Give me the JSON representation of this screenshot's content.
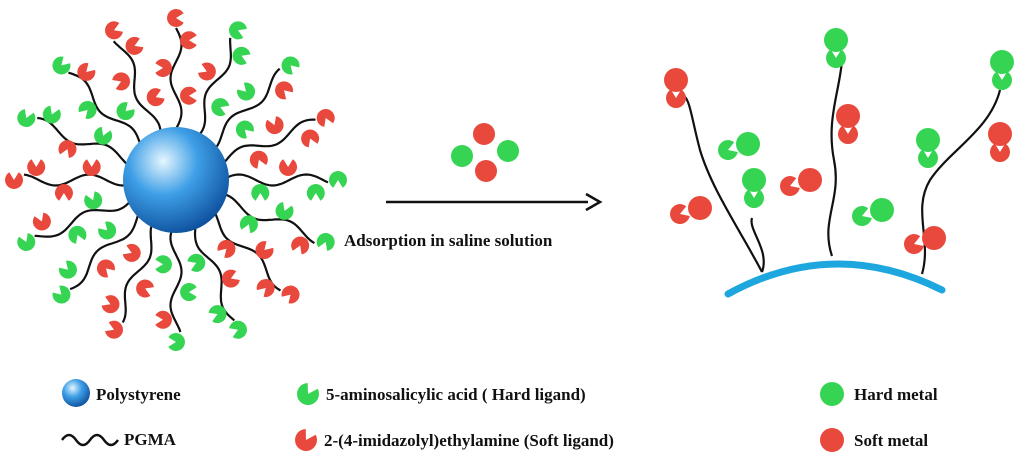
{
  "diagram": {
    "process_label": "Adsorption in saline solution",
    "colors": {
      "hard": "#35d553",
      "soft": "#e8493c",
      "chain": "#111111",
      "surface": "#1ea6de",
      "sphere_light": "#e6f6ff",
      "sphere_mid": "#3e9fe6",
      "sphere_dark": "#0d4f9c"
    }
  },
  "legend": {
    "polystyrene": "Polystyrene",
    "pgma": "PGMA",
    "hard_ligand": "5-aminosalicylic acid ( Hard  ligand)",
    "soft_ligand": "2-(4-imidazolyl)ethylamine (Soft   ligand)",
    "hard_metal": "Hard  metal",
    "soft_metal": "Soft    metal"
  }
}
